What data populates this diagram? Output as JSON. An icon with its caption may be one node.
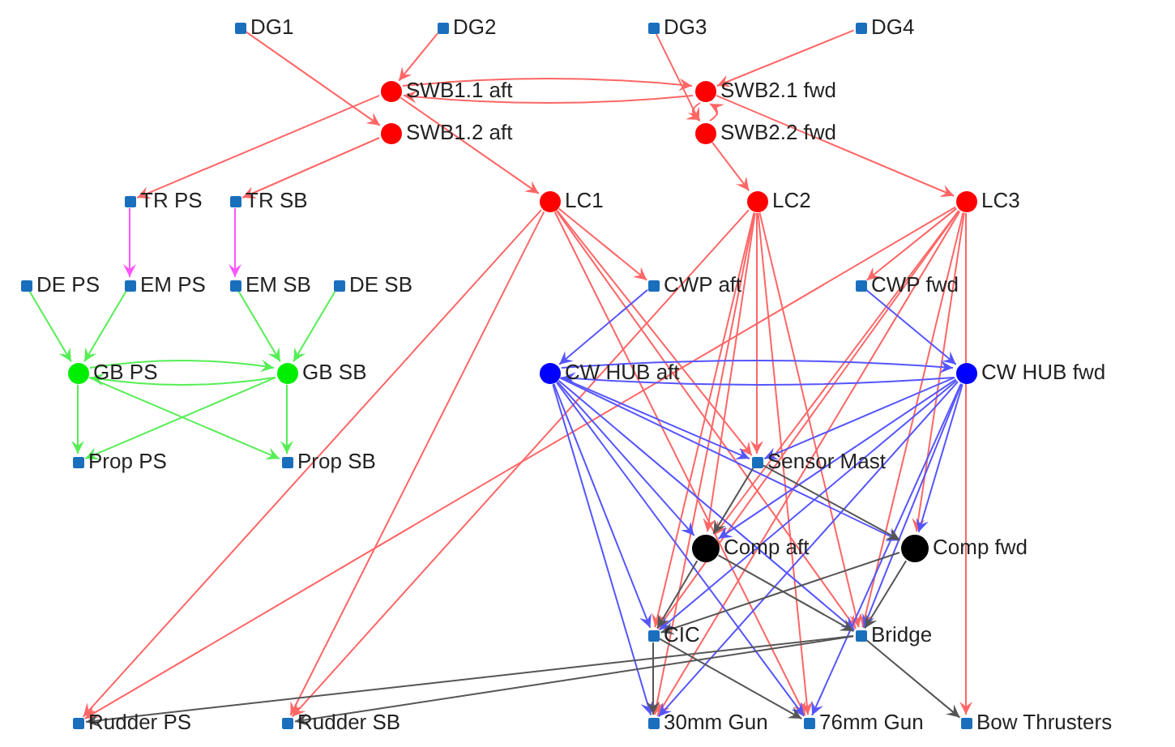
{
  "diagram": {
    "nodes": [
      {
        "text": [
          "DG1"
        ]
      },
      {
        "text": [
          "DG2"
        ]
      },
      {
        "text": [
          "DG3"
        ]
      },
      {
        "text": [
          "DG4"
        ]
      },
      {
        "text": [
          "SWB1.1 aft"
        ]
      },
      {
        "text": [
          "SWB1.2 aft"
        ]
      },
      {
        "text": [
          "SWB2.1 fwd"
        ]
      },
      {
        "text": [
          "SWB2.2 fwd"
        ]
      },
      {
        "text": [
          "TR PS"
        ]
      },
      {
        "text": [
          "TR SB"
        ]
      },
      {
        "text": [
          "LC1"
        ]
      },
      {
        "text": [
          "LC2"
        ]
      },
      {
        "text": [
          "LC3"
        ]
      },
      {
        "text": [
          "DE PS"
        ]
      },
      {
        "text": [
          "EM PS"
        ]
      },
      {
        "text": [
          "EM SB"
        ]
      },
      {
        "text": [
          "DE SB"
        ]
      },
      {
        "text": [
          "CWP aft"
        ]
      },
      {
        "text": [
          "CWP fwd"
        ]
      },
      {
        "text": [
          "GB PS"
        ]
      },
      {
        "text": [
          "GB SB"
        ]
      },
      {
        "text": [
          "CW HUB aft"
        ]
      },
      {
        "text": [
          "CW HUB fwd"
        ]
      },
      {
        "text": [
          "Prop PS"
        ]
      },
      {
        "text": [
          "Prop SB"
        ]
      },
      {
        "text": [
          "Sensor Mast"
        ]
      },
      {
        "text": [
          "Comp aft"
        ]
      },
      {
        "text": [
          "Comp fwd"
        ]
      },
      {
        "text": [
          "CIC"
        ]
      },
      {
        "text": [
          "Bridge"
        ]
      },
      {
        "text": [
          "Rudder PS"
        ]
      },
      {
        "text": [
          "Rudder SB"
        ]
      },
      {
        "text": [
          "30mm Gun"
        ]
      },
      {
        "text": [
          "76mm Gun"
        ]
      },
      {
        "text": [
          "Bow Thrusters"
        ]
      }
    ],
    "edges": [
      {
        "from": 0,
        "to": 5,
        "arrow": "to"
      },
      {
        "from": 1,
        "to": 4,
        "arrow": "to"
      },
      {
        "from": 2,
        "to": 7,
        "arrow": "to"
      },
      {
        "from": 3,
        "to": 6,
        "arrow": "to"
      },
      {
        "from": 6,
        "to": 4,
        "arrow": "to"
      },
      {
        "from": 4,
        "to": 6,
        "arrow": "to"
      },
      {
        "from": 6,
        "to": 7,
        "arrow": "to"
      },
      {
        "from": 7,
        "to": 6,
        "arrow": "to"
      },
      {
        "from": 4,
        "to": 8,
        "arrow": "to"
      },
      {
        "from": 5,
        "to": 9,
        "arrow": "to"
      },
      {
        "from": 4,
        "to": 10,
        "arrow": "to"
      },
      {
        "from": 7,
        "to": 11,
        "arrow": "to"
      },
      {
        "from": 6,
        "to": 12,
        "arrow": "to"
      },
      {
        "from": 8,
        "to": 14,
        "arrow": "to",
        "color": "#ff55ff"
      },
      {
        "from": 9,
        "to": 15,
        "arrow": "to",
        "color": "#ff55ff"
      },
      {
        "from": 13,
        "to": 19,
        "arrow": "to",
        "color": "#55ee55"
      },
      {
        "from": 14,
        "to": 19,
        "arrow": "to",
        "color": "#55ee55"
      },
      {
        "from": 15,
        "to": 20,
        "arrow": "to",
        "color": "#55ee55"
      },
      {
        "from": 16,
        "to": 20,
        "arrow": "to",
        "color": "#55ee55"
      },
      {
        "from": 20,
        "to": 19,
        "arrow": "to",
        "color": "#55ee55"
      },
      {
        "from": 19,
        "to": 20,
        "arrow": "to",
        "color": "#55ee55"
      },
      {
        "from": 19,
        "to": 23,
        "arrow": "to",
        "color": "#55ee55"
      },
      {
        "from": 20,
        "to": 24,
        "arrow": "to",
        "color": "#55ee55"
      },
      {
        "from": 19,
        "to": 24,
        "arrow": "to",
        "color": "#55ee55"
      },
      {
        "from": 20,
        "to": 23,
        "arrow": "to",
        "color": "#55ee55"
      },
      {
        "from": 10,
        "to": 30,
        "arrow": "to"
      },
      {
        "from": 10,
        "to": 31,
        "arrow": "to"
      },
      {
        "from": 12,
        "to": 30,
        "arrow": "to"
      },
      {
        "from": 11,
        "to": 31,
        "arrow": "to"
      },
      {
        "from": 10,
        "to": 17,
        "arrow": "to"
      },
      {
        "from": 10,
        "to": 25,
        "arrow": "to"
      },
      {
        "from": 10,
        "to": 29,
        "arrow": "to"
      },
      {
        "from": 10,
        "to": 33,
        "arrow": "to"
      },
      {
        "from": 11,
        "to": 28,
        "arrow": "to"
      },
      {
        "from": 11,
        "to": 32,
        "arrow": "to"
      },
      {
        "from": 11,
        "to": 26,
        "arrow": "to"
      },
      {
        "from": 11,
        "to": 25,
        "arrow": "to"
      },
      {
        "from": 11,
        "to": 29,
        "arrow": "to"
      },
      {
        "from": 11,
        "to": 33,
        "arrow": "to"
      },
      {
        "from": 12,
        "to": 18,
        "arrow": "to"
      },
      {
        "from": 12,
        "to": 27,
        "arrow": "to"
      },
      {
        "from": 12,
        "to": 34,
        "arrow": "to"
      },
      {
        "from": 12,
        "to": 28,
        "arrow": "to"
      },
      {
        "from": 12,
        "to": 32,
        "arrow": "to"
      },
      {
        "from": 12,
        "to": 29,
        "arrow": "to"
      },
      {
        "from": 12,
        "to": 26,
        "arrow": "to"
      },
      {
        "from": 17,
        "to": 21,
        "arrow": "to",
        "color": "#5555ff"
      },
      {
        "from": 18,
        "to": 22,
        "arrow": "to",
        "color": "#5555ff"
      },
      {
        "from": 22,
        "to": 21,
        "arrow": "to",
        "color": "#5555ff"
      },
      {
        "from": 21,
        "to": 22,
        "arrow": "to",
        "color": "#5555ff"
      },
      {
        "from": 21,
        "to": 25,
        "arrow": "to",
        "color": "#5555ff"
      },
      {
        "from": 21,
        "to": 26,
        "arrow": "to",
        "color": "#5555ff"
      },
      {
        "from": 21,
        "to": 27,
        "arrow": "to",
        "color": "#5555ff"
      },
      {
        "from": 21,
        "to": 28,
        "arrow": "to",
        "color": "#5555ff"
      },
      {
        "from": 21,
        "to": 29,
        "arrow": "to",
        "color": "#5555ff"
      },
      {
        "from": 21,
        "to": 32,
        "arrow": "to",
        "color": "#5555ff"
      },
      {
        "from": 21,
        "to": 33,
        "arrow": "to",
        "color": "#5555ff"
      },
      {
        "from": 22,
        "to": 25,
        "arrow": "to",
        "color": "#5555ff"
      },
      {
        "from": 22,
        "to": 26,
        "arrow": "to",
        "color": "#5555ff"
      },
      {
        "from": 22,
        "to": 27,
        "arrow": "to",
        "color": "#5555ff"
      },
      {
        "from": 22,
        "to": 28,
        "arrow": "to",
        "color": "#5555ff"
      },
      {
        "from": 22,
        "to": 29,
        "arrow": "to",
        "color": "#5555ff"
      },
      {
        "from": 22,
        "to": 32,
        "arrow": "to",
        "color": "#5555ff"
      },
      {
        "from": 22,
        "to": 33,
        "arrow": "to",
        "color": "#5555ff"
      },
      {
        "from": 25,
        "to": 26,
        "arrow": "to",
        "color": "#555555"
      },
      {
        "from": 25,
        "to": 27,
        "arrow": "to",
        "color": "#555555"
      },
      {
        "from": 26,
        "to": 28,
        "arrow": "to",
        "color": "#555555"
      },
      {
        "from": 26,
        "to": 29,
        "arrow": "to",
        "color": "#555555"
      },
      {
        "from": 27,
        "to": 28,
        "arrow": "to",
        "color": "#555555"
      },
      {
        "from": 27,
        "to": 29,
        "arrow": "to",
        "color": "#555555"
      },
      {
        "from": 28,
        "to": 32,
        "arrow": "to",
        "color": "#555555"
      },
      {
        "from": 28,
        "to": 33,
        "arrow": "to",
        "color": "#555555"
      },
      {
        "from": 29,
        "to": 34,
        "arrow": "to",
        "color": "#555555"
      },
      {
        "from": 29,
        "to": 30,
        "arrow": "to",
        "color": "#555555"
      },
      {
        "from": 29,
        "to": 31,
        "arrow": "to",
        "color": "#555555"
      }
    ]
  }
}
